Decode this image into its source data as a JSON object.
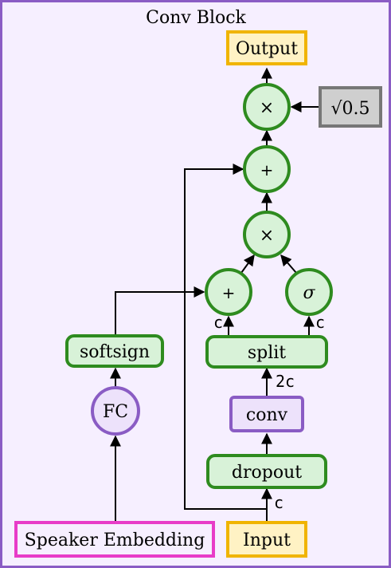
{
  "diagram": {
    "title": "Conv Block",
    "nodes": {
      "output": "Output",
      "mult_top": "×",
      "scale": "√0.5",
      "plus_top": "+",
      "mult_mid": "×",
      "plus_left": "+",
      "sigma": "σ",
      "split": "split",
      "conv": "conv",
      "dropout": "dropout",
      "input": "Input",
      "softsign": "softsign",
      "fc": "FC",
      "speaker": "Speaker Embedding"
    },
    "edge_labels": {
      "split_left": "c",
      "split_right": "c",
      "conv_split": "2c",
      "input_dropout": "c"
    },
    "colors": {
      "green_stroke": "#2e8b1f",
      "green_fill": "#d8f2d8",
      "purple_stroke": "#8a5cc4",
      "purple_fill": "#ede2fb",
      "orange_stroke": "#f0b400",
      "orange_fill": "#fff2c4",
      "pink_stroke": "#e83cc8",
      "gray_fill": "#cfcfcf",
      "gray_stroke": "#777777"
    }
  }
}
